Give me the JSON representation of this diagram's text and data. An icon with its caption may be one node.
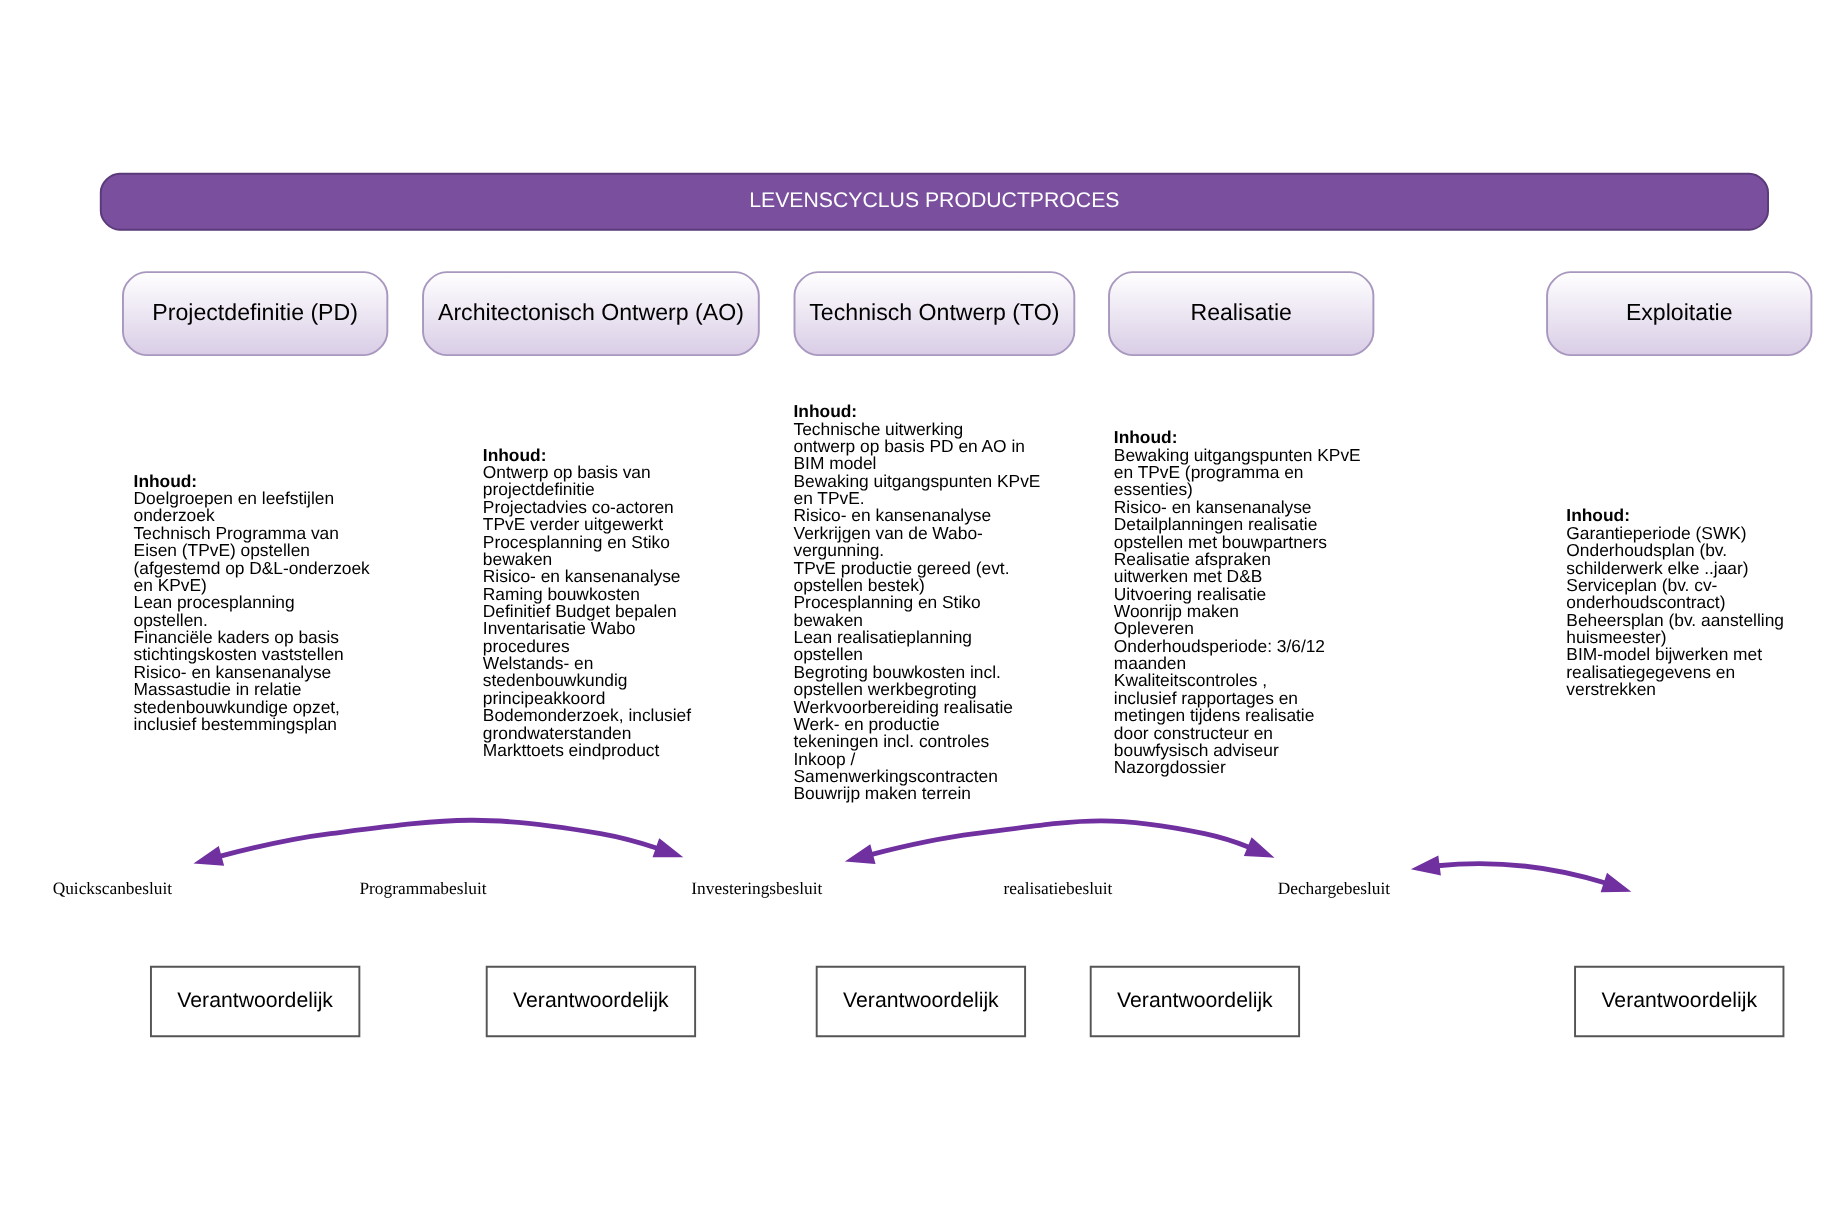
{
  "diagram": {
    "nodes": [
      {
        "text": [
          "LEVENSCYCLUS PRODUCTPROCES"
        ]
      },
      {
        "text": [
          "Projectdefinitie (PD)"
        ],
        "beside": [
          "Inhoud:",
          "Doelgroepen en leefstijlen onderzoek",
          "Technisch Programma van Eisen (TPvE) opstellen (afgestemd op D&L-onderzoek en KPvE)",
          "Lean procesplanning opstellen.",
          "Financiële kaders op basis stichtingskosten vaststellen",
          "Risico- en kansenanalyse",
          "Massastudie in relatie stedenbouwkundige opzet, inclusief bestemmingsplan"
        ]
      },
      {
        "text": [
          "Architectonisch Ontwerp (AO)"
        ],
        "beside": [
          "Inhoud:",
          "Ontwerp op basis van projectdefinitie",
          "Projectadvies co-actoren",
          "TPvE verder uitgewerkt",
          "Procesplanning en Stiko bewaken",
          "Risico- en kansenanalyse",
          "Raming bouwkosten",
          "Definitief Budget bepalen",
          "Inventarisatie Wabo procedures",
          "Welstands- en stedenbouwkundig principeakkoord",
          "Bodemonderzoek, inclusief grondwaterstanden",
          "Markttoets eindproduct"
        ]
      },
      {
        "text": [
          "Technisch Ontwerp (TO)"
        ],
        "beside": [
          "Inhoud:",
          "Technische uitwerking ontwerp op basis PD en AO in BIM model",
          "Bewaking uitgangspunten KPvE en TPvE.",
          "Risico- en kansenanalyse",
          "Verkrijgen van de Wabo-vergunning.",
          "TPvE productie gereed (evt. opstellen bestek)",
          "Procesplanning en Stiko bewaken",
          "Lean realisatieplanning opstellen",
          "Begroting bouwkosten incl. opstellen werkbegroting",
          "Werkvoorbereiding realisatie",
          "Werk- en productie tekeningen incl. controles",
          "Inkoop / Samenwerkingscontracten",
          "Bouwrijp maken terrein"
        ]
      },
      {
        "text": [
          "Realisatie"
        ],
        "beside": [
          "Inhoud:",
          "Bewaking uitgangspunten KPvE en TPvE (programma en essenties)",
          "Risico- en kansenanalyse",
          "Detailplanningen realisatie opstellen met bouwpartners",
          "Realisatie afspraken uitwerken met D&B",
          "Uitvoering realisatie",
          "Woonrijp maken",
          "Opleveren",
          "Onderhoudsperiode: 3/6/12 maanden",
          "Kwaliteitscontroles , inclusief rapportages en metingen tijdens realisatie door constructeur en bouwfysisch adviseur",
          "Nazorgdossier"
        ]
      },
      {
        "text": [
          "Exploitatie"
        ],
        "beside": [
          "Inhoud:",
          "Garantieperiode (SWK)",
          "Onderhoudsplan (bv. schilderwerk elke ..jaar)",
          "Serviceplan (bv. cv-onderhoudscontract)",
          "Beheersplan (bv. aanstelling huismeester)",
          "BIM-model bijwerken met realisatiegegevens en verstrekken"
        ]
      },
      {
        "text": [
          "Quickscanbesluit"
        ]
      },
      {
        "text": [
          "Verantwoordelijk"
        ]
      },
      {
        "text": [
          "Programmabesluit"
        ]
      },
      {
        "text": [
          "Verantwoordelijk"
        ]
      },
      {
        "text": [
          "Investeringsbesluit"
        ]
      },
      {
        "text": [
          "Verantwoordelijk"
        ]
      },
      {
        "text": [
          "realisatiebesluit"
        ]
      },
      {
        "text": [
          "Verantwoordelijk"
        ]
      },
      {
        "text": [
          "Dechargebesluit"
        ]
      },
      {
        "text": [
          "Verantwoordelijk"
        ]
      }
    ],
    "edges": [
      {
        "from": 6,
        "to": 10,
        "arrow": "both"
      },
      {
        "from": 10,
        "to": 14,
        "arrow": "both"
      },
      {
        "from": 14,
        "to": null,
        "arrow": "both"
      }
    ]
  }
}
